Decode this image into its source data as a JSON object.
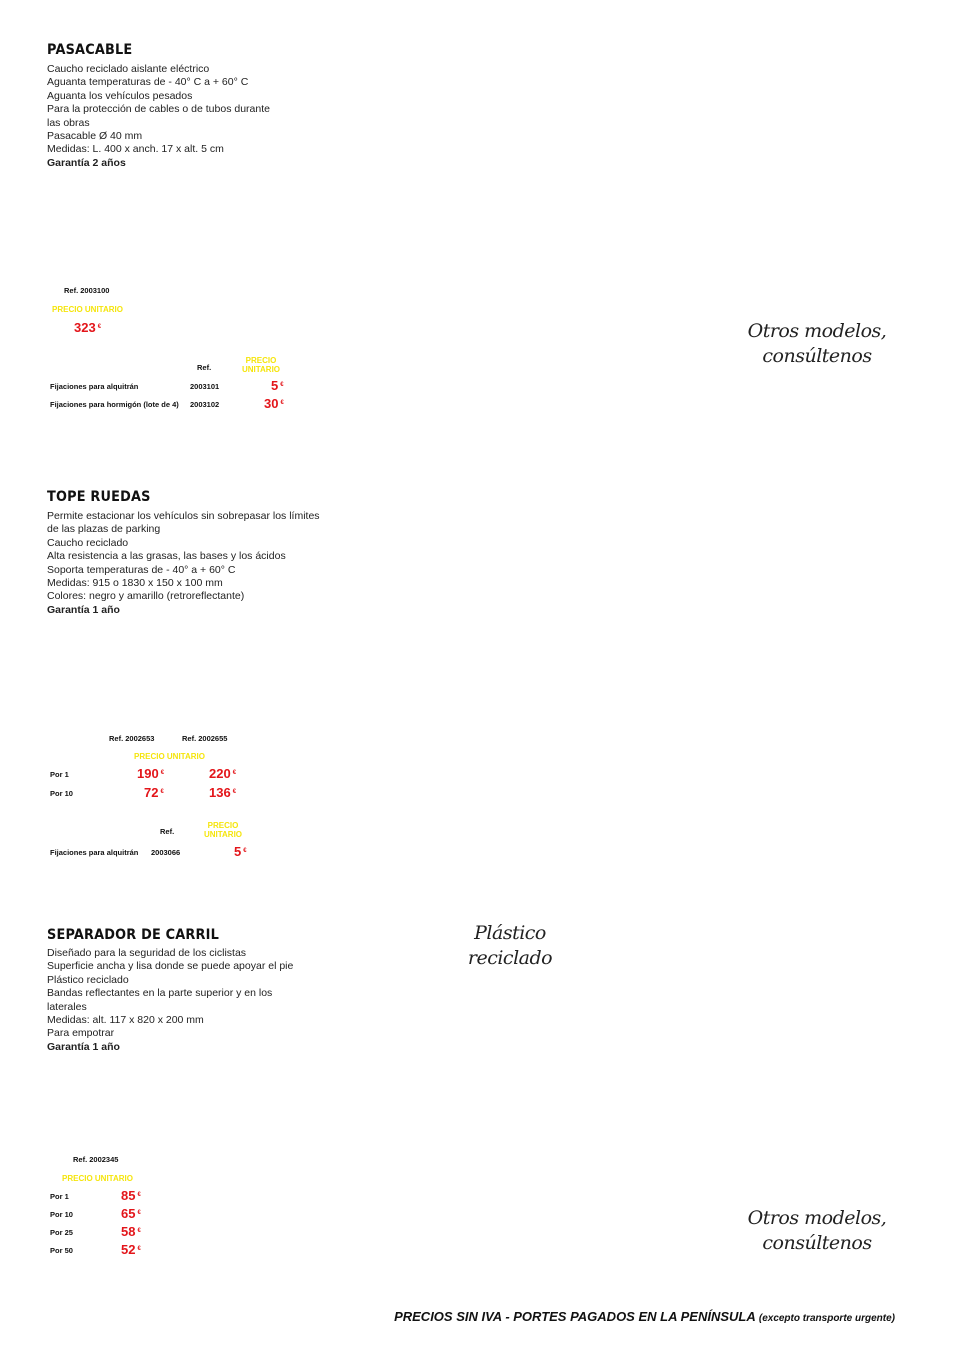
{
  "pasacable": {
    "title": "PASACABLE",
    "lines": [
      "Caucho reciclado aislante eléctrico",
      "Aguanta temperaturas de - 40° C a + 60° C",
      "Aguanta los vehículos pesados",
      "Para la protección de cables o de tubos durante",
      "las obras",
      "Pasacable Ø 40 mm",
      "Medidas: L. 400 x anch. 17 x alt. 5 cm"
    ],
    "warranty": "Garantía 2 años",
    "ref_label": "Ref. 2003100",
    "price_label": "PRECIO UNITARIO",
    "price": "323",
    "currency": "€",
    "acc_header_ref": "Ref.",
    "acc_header_price_1": "PRECIO",
    "acc_header_price_2": "UNITARIO",
    "accessories": [
      {
        "name": "Fijaciones para alquitrán",
        "ref": "2003101",
        "price": "5"
      },
      {
        "name": "Fijaciones para hormigón (lote de 4)",
        "ref": "2003102",
        "price": "30"
      }
    ],
    "note_1": "Otros modelos,",
    "note_2": "consúltenos"
  },
  "tope": {
    "title": "TOPE RUEDAS",
    "lines": [
      "Permite estacionar los vehículos sin sobrepasar los límites",
      "de las plazas de parking",
      "Caucho reciclado",
      "Alta resistencia a las grasas, las bases y los ácidos",
      "Soporta temperaturas de - 40° a + 60° C",
      "Medidas: 915 o 1830 x 150 x 100 mm",
      "Colores: negro y amarillo (retroreflectante)"
    ],
    "warranty": "Garantía 1 año",
    "ref_a": "Ref. 2002653",
    "ref_b": "Ref. 2002655",
    "price_label": "PRECIO UNITARIO",
    "rows": [
      {
        "label": "Por 1",
        "a": "190",
        "b": "220"
      },
      {
        "label": "Por 10",
        "a": "72",
        "b": "136"
      }
    ],
    "acc_header_ref": "Ref.",
    "acc_header_price_1": "PRECIO",
    "acc_header_price_2": "UNITARIO",
    "accessories": [
      {
        "name": "Fijaciones para alquitrán",
        "ref": "2003066",
        "price": "5"
      }
    ]
  },
  "separador": {
    "title": "SEPARADOR DE CARRIL",
    "lines": [
      "Diseñado para la seguridad de los ciclistas",
      "Superficie ancha y lisa donde se puede apoyar el pie",
      "Plástico reciclado",
      "Bandas reflectantes en la parte superior y en los",
      "laterales",
      "Medidas: alt. 117 x 820 x 200 mm",
      "Para empotrar"
    ],
    "warranty": "Garantía 1 año",
    "material_note": "Plástico reciclado",
    "ref_label": "Ref. 2002345",
    "price_label": "PRECIO UNITARIO",
    "rows": [
      {
        "label": "Por 1",
        "price": "85"
      },
      {
        "label": "Por 10",
        "price": "65"
      },
      {
        "label": "Por 25",
        "price": "58"
      },
      {
        "label": "Por 50",
        "price": "52"
      }
    ],
    "note_1": "Otros modelos,",
    "note_2": "consúltenos"
  },
  "footer": {
    "main": "PRECIOS SIN IVA - PORTES PAGADOS EN LA PENÍNSULA",
    "sub": "(excepto transporte urgente)"
  }
}
